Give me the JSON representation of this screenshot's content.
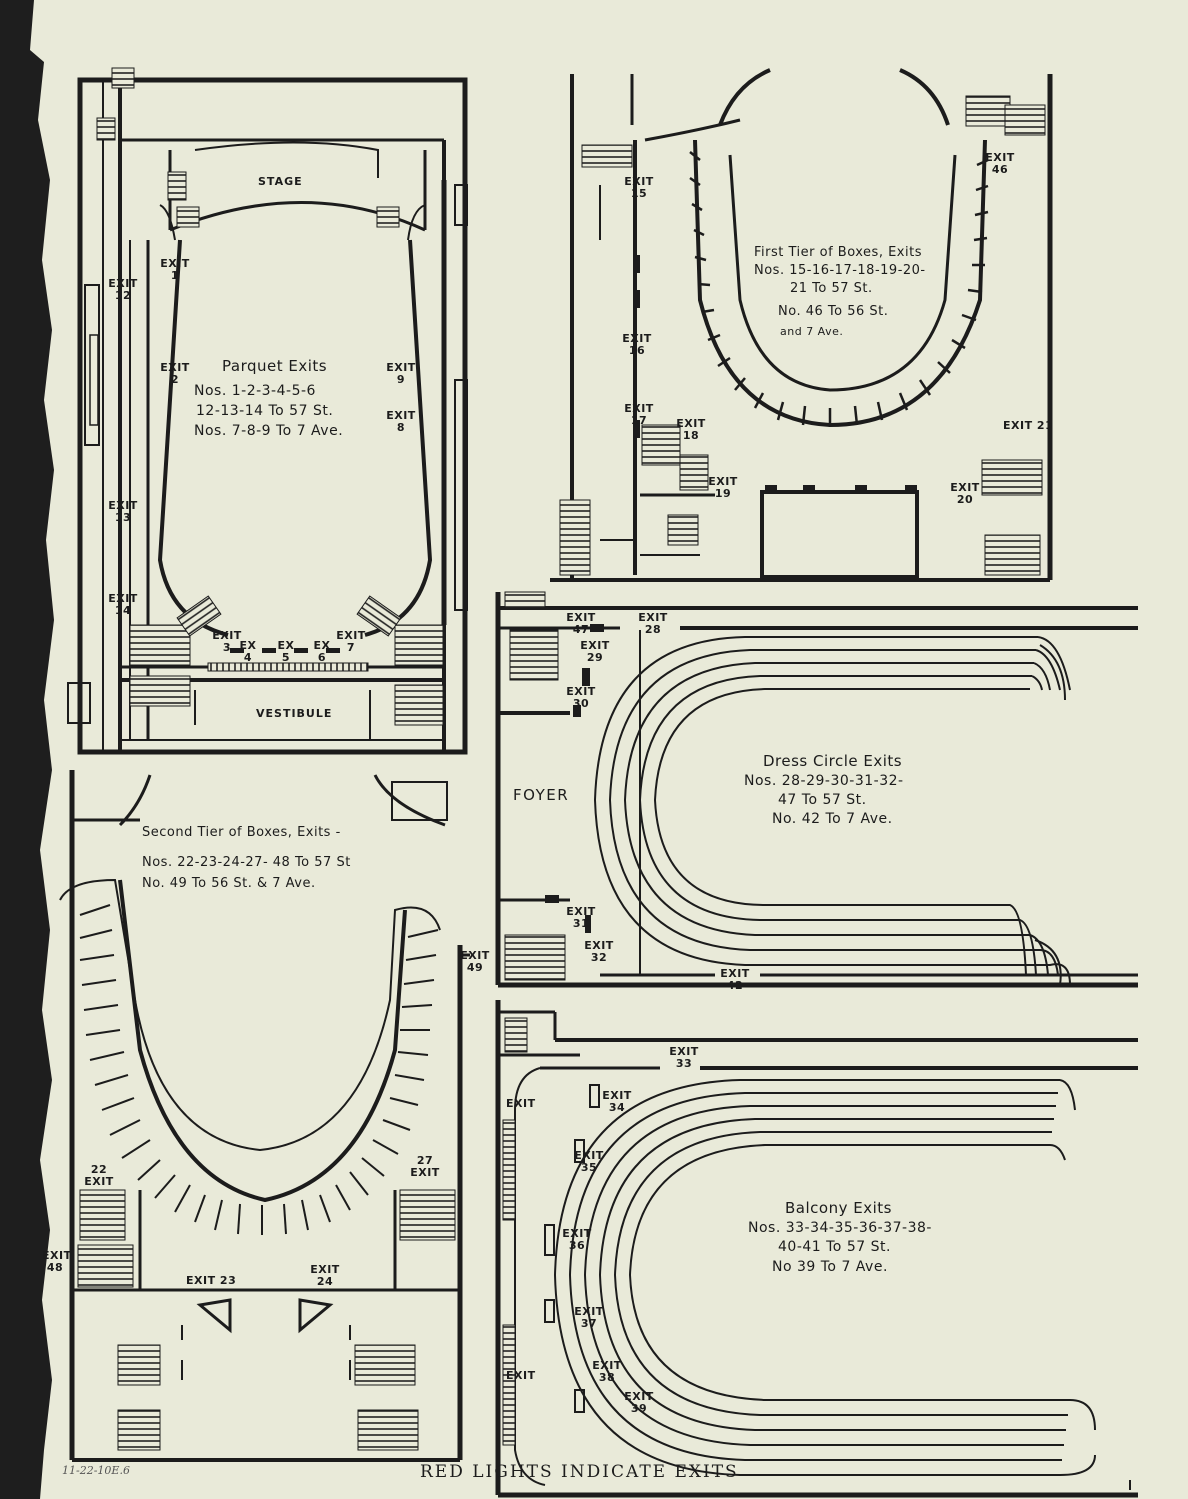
{
  "title_bottom": "RED LIGHTS INDICATE EXITS",
  "handwritten_note": "11-22-10E.6",
  "parquet": {
    "stage": "STAGE",
    "vestibule": "VESTIBULE",
    "heading": "Parquet Exits",
    "line1": "Nos. 1-2-3-4-5-6",
    "line2": "12-13-14 To 57 St.",
    "line3": "Nos. 7-8-9 To 7 Ave.",
    "exits": {
      "e1": "EXIT 1",
      "e2": "EXIT 2",
      "e3": "EXIT 3",
      "e4": "EX 4",
      "e5": "EX 5",
      "e6": "EX 6",
      "e7": "EXIT 7",
      "e8": "EXIT 8",
      "e9": "EXIT 9",
      "e12": "EXIT 12",
      "e13": "EXIT 13",
      "e14": "EXIT 14"
    }
  },
  "first_tier": {
    "line1": "First Tier of Boxes, Exits",
    "line2": "Nos. 15-16-17-18-19-20-",
    "line3": "21 To 57 St.",
    "line4": "No. 46 To 56 St.",
    "line5": "and 7 Ave.",
    "exits": {
      "e15": "EXIT 15",
      "e16": "EXIT 16",
      "e17": "EXIT 17",
      "e18": "EXIT 18",
      "e19": "EXIT 19",
      "e20": "EXIT 20",
      "e21": "EXIT 21",
      "e46": "EXIT 46"
    }
  },
  "second_tier": {
    "line1": "Second Tier of Boxes, Exits -",
    "line2": "Nos. 22-23-24-27- 48 To 57 St",
    "line3": "No. 49 To 56 St. & 7 Ave.",
    "exits": {
      "e22": "22 EXIT",
      "e23": "EXIT 23",
      "e24": "EXIT 24",
      "e27": "27 EXIT",
      "e48": "EXIT 48",
      "e49": "EXIT 49"
    }
  },
  "dress_circle": {
    "foyer": "FOYER",
    "line1": "Dress Circle Exits",
    "line2": "Nos. 28-29-30-31-32-",
    "line3": "47 To 57 St.",
    "line4": "No. 42 To 7 Ave.",
    "exits": {
      "e28": "EXIT 28",
      "e29": "EXIT 29",
      "e30": "EXIT 30",
      "e31": "EXIT 31",
      "e32": "EXIT 32",
      "e42": "EXIT 42",
      "e47": "EXIT 47"
    }
  },
  "balcony": {
    "line1": "Balcony Exits",
    "line2": "Nos. 33-34-35-36-37-38-",
    "line3": "40-41 To 57 St.",
    "line4": "No 39 To 7 Ave.",
    "exits": {
      "e33": "EXIT 33",
      "e34": "EXIT 34",
      "e35": "EXIT 35",
      "e36": "EXIT 36",
      "e37": "EXIT 37",
      "e38": "EXIT 38",
      "e39": "EXIT 39",
      "ex_a": "EXIT",
      "ex_b": "EXIT"
    }
  }
}
